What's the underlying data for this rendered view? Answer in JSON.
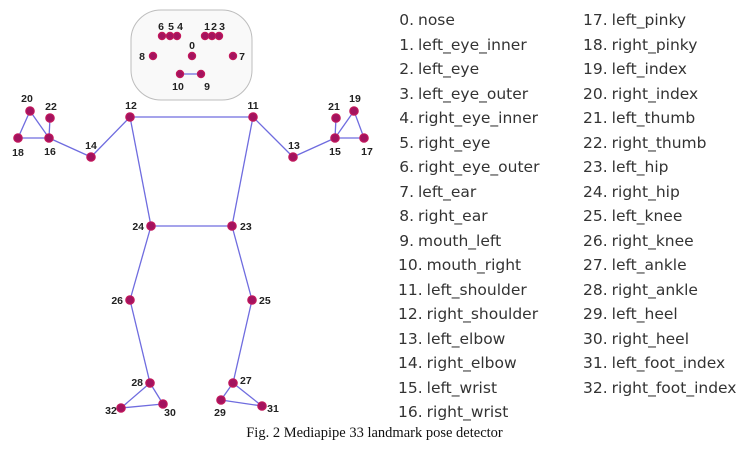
{
  "figure": {
    "caption": "Fig. 2  Mediapipe 33 landmark pose detector"
  },
  "colors": {
    "bone": "#6f6cdf",
    "landmark_fill": "#a3135f",
    "landmark_stroke": "#c2185b",
    "face_fill": "#f9f9f9",
    "face_border": "#bdbdbd"
  },
  "landmarks": [
    {
      "id": 0,
      "name": "nose",
      "label": "0"
    },
    {
      "id": 1,
      "name": "left_eye_inner",
      "label": "1"
    },
    {
      "id": 2,
      "name": "left_eye",
      "label": "2"
    },
    {
      "id": 3,
      "name": "left_eye_outer",
      "label": "3"
    },
    {
      "id": 4,
      "name": "right_eye_inner",
      "label": "4"
    },
    {
      "id": 5,
      "name": "right_eye",
      "label": "5"
    },
    {
      "id": 6,
      "name": "right_eye_outer",
      "label": "6"
    },
    {
      "id": 7,
      "name": "left_ear",
      "label": "7"
    },
    {
      "id": 8,
      "name": "right_ear",
      "label": "8"
    },
    {
      "id": 9,
      "name": "mouth_left",
      "label": "9"
    },
    {
      "id": 10,
      "name": "mouth_right",
      "label": "10"
    },
    {
      "id": 11,
      "name": "left_shoulder",
      "label": "11"
    },
    {
      "id": 12,
      "name": "right_shoulder",
      "label": "12"
    },
    {
      "id": 13,
      "name": "left_elbow",
      "label": "13"
    },
    {
      "id": 14,
      "name": "right_elbow",
      "label": "14"
    },
    {
      "id": 15,
      "name": "left_wrist",
      "label": "15"
    },
    {
      "id": 16,
      "name": "right_wrist",
      "label": "16"
    },
    {
      "id": 17,
      "name": "left_pinky",
      "label": "17"
    },
    {
      "id": 18,
      "name": "right_pinky",
      "label": "18"
    },
    {
      "id": 19,
      "name": "left_index",
      "label": "19"
    },
    {
      "id": 20,
      "name": "right_index",
      "label": "20"
    },
    {
      "id": 21,
      "name": "left_thumb",
      "label": "21"
    },
    {
      "id": 22,
      "name": "right_thumb",
      "label": "22"
    },
    {
      "id": 23,
      "name": "left_hip",
      "label": "23"
    },
    {
      "id": 24,
      "name": "right_hip",
      "label": "24"
    },
    {
      "id": 25,
      "name": "left_knee",
      "label": "25"
    },
    {
      "id": 26,
      "name": "right_knee",
      "label": "26"
    },
    {
      "id": 27,
      "name": "left_ankle",
      "label": "27"
    },
    {
      "id": 28,
      "name": "right_ankle",
      "label": "28"
    },
    {
      "id": 29,
      "name": "left_heel",
      "label": "29"
    },
    {
      "id": 30,
      "name": "right_heel",
      "label": "30"
    },
    {
      "id": 31,
      "name": "left_foot_index",
      "label": "31"
    },
    {
      "id": 32,
      "name": "right_foot_index",
      "label": "32"
    }
  ],
  "connections": [
    [
      11,
      12
    ],
    [
      11,
      23
    ],
    [
      12,
      24
    ],
    [
      23,
      24
    ],
    [
      11,
      13
    ],
    [
      13,
      15
    ],
    [
      15,
      17
    ],
    [
      15,
      19
    ],
    [
      15,
      21
    ],
    [
      17,
      19
    ],
    [
      12,
      14
    ],
    [
      14,
      16
    ],
    [
      16,
      18
    ],
    [
      16,
      20
    ],
    [
      16,
      22
    ],
    [
      18,
      20
    ],
    [
      23,
      25
    ],
    [
      25,
      27
    ],
    [
      27,
      29
    ],
    [
      27,
      31
    ],
    [
      29,
      31
    ],
    [
      24,
      26
    ],
    [
      26,
      28
    ],
    [
      28,
      30
    ],
    [
      28,
      32
    ],
    [
      30,
      32
    ],
    [
      1,
      2
    ],
    [
      2,
      3
    ],
    [
      4,
      5
    ],
    [
      5,
      6
    ],
    [
      9,
      10
    ]
  ]
}
